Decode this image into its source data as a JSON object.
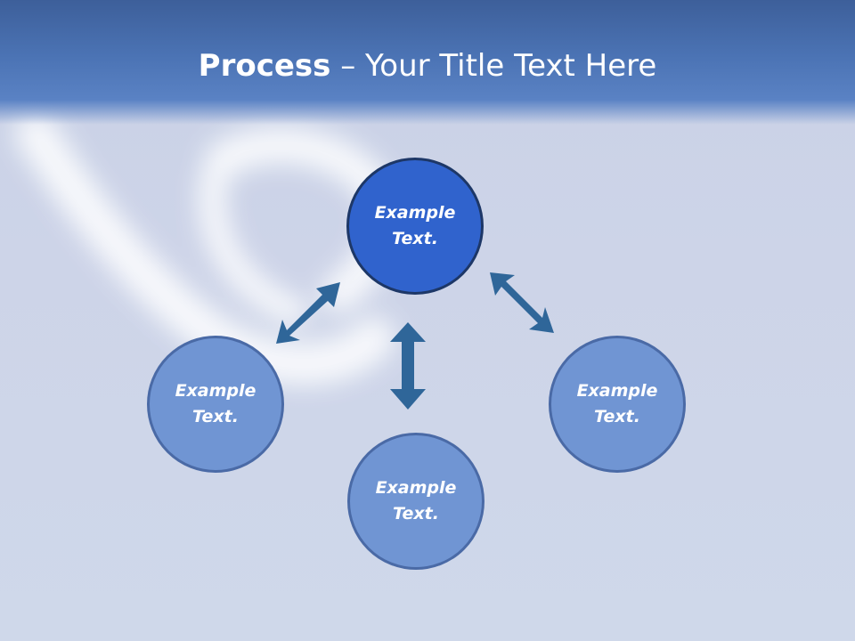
{
  "slide": {
    "title_bold": "Process",
    "title_separator": "–",
    "title_rest": "Your Title Text Here"
  },
  "diagram": {
    "center_node": {
      "label": "Example Text."
    },
    "outer_nodes": [
      {
        "id": "left",
        "label": "Example Text."
      },
      {
        "id": "bottom",
        "label": "Example Text."
      },
      {
        "id": "right",
        "label": "Example Text."
      }
    ]
  },
  "colors": {
    "header": "#4b73b4",
    "center_fill": "#3063cd",
    "center_border": "#1d3767",
    "outer_fill": "#7095d3",
    "outer_border": "#4a6aa6",
    "arrow": "#2f6699"
  }
}
